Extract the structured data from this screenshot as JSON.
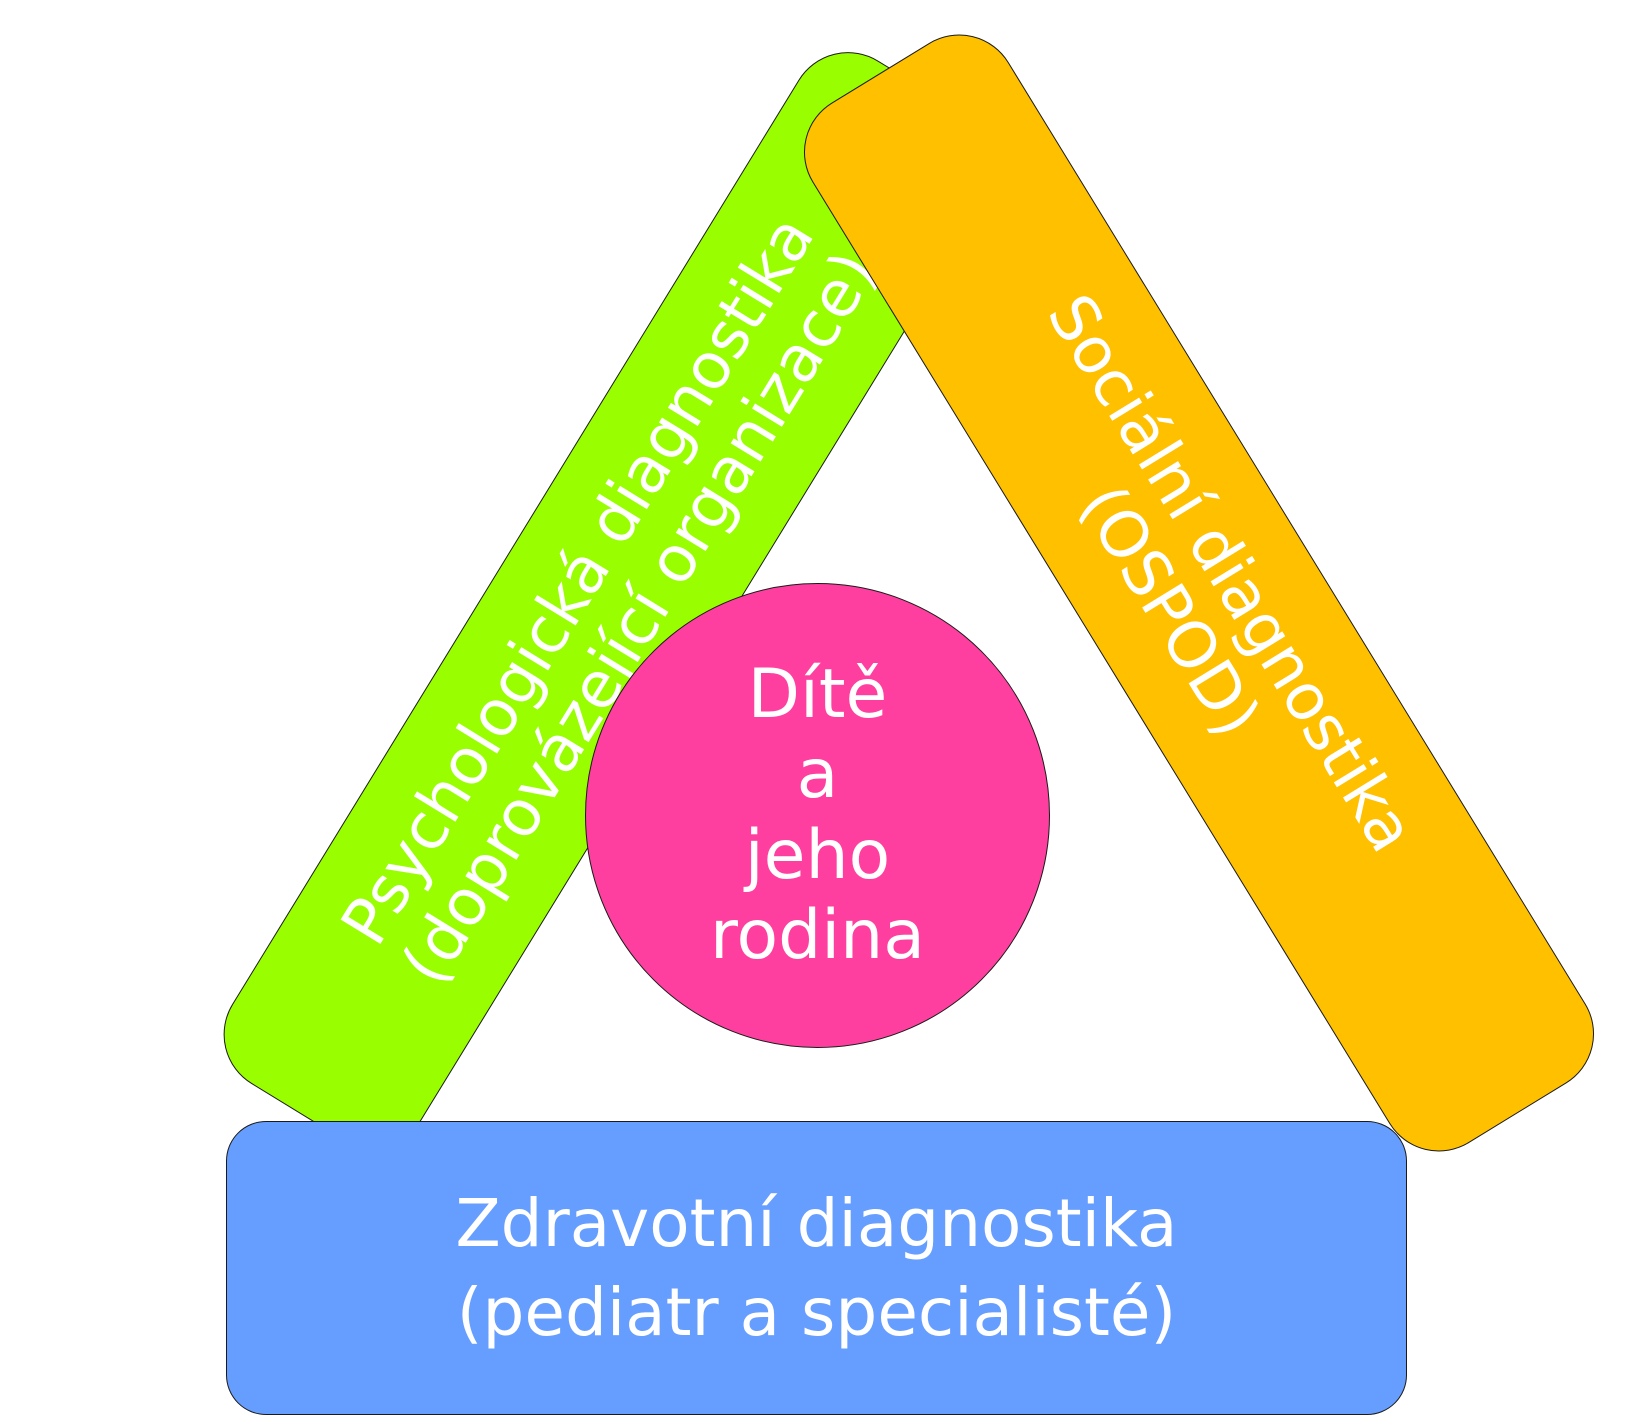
{
  "diagram": {
    "psychological": {
      "line1": "Psychologická diagnostika",
      "line2": "(doprovázející organizace)"
    },
    "social": {
      "line1": "Sociální diagnostika",
      "line2": "(OSPOD)"
    },
    "health": {
      "line1": "Zdravotní diagnostika",
      "line2": "(pediatr a specialisté)"
    },
    "center": {
      "line1": "Dítě",
      "line2": "a",
      "line3": "jeho",
      "line4": "rodina"
    }
  },
  "colors": {
    "psychological": "#99ff00",
    "social": "#ffc000",
    "health": "#669eff",
    "center": "#ff3f9f",
    "text": "#ffffff"
  }
}
